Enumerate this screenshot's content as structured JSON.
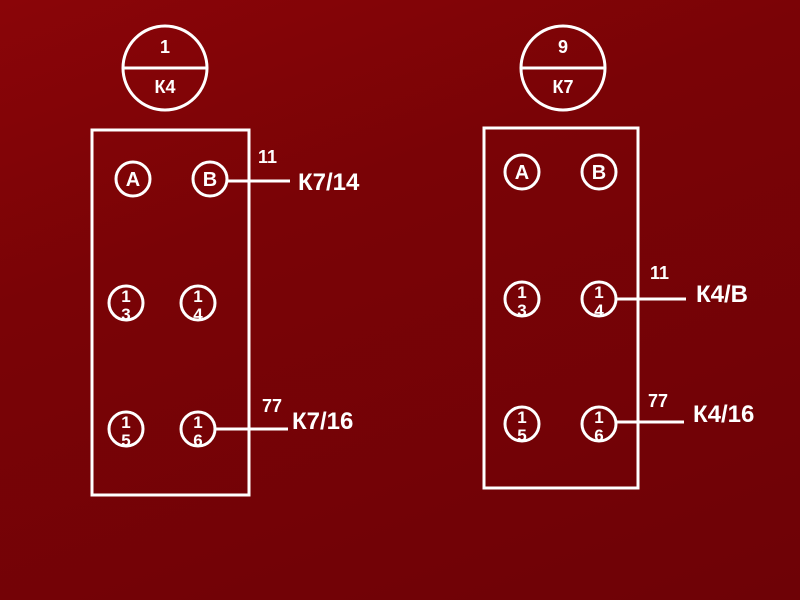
{
  "relays": [
    {
      "top": "1",
      "bottom": "К4",
      "pins": {
        "a": "A",
        "b": "B",
        "p13": "13",
        "p14": "14",
        "p15": "15",
        "p16": "16"
      },
      "wires": [
        {
          "pin": "b",
          "wire": "11",
          "target": "К7/14"
        },
        {
          "pin": "p16",
          "wire": "77",
          "target": "К7/16"
        }
      ]
    },
    {
      "top": "9",
      "bottom": "К7",
      "pins": {
        "a": "A",
        "b": "B",
        "p13": "13",
        "p14": "14",
        "p15": "15",
        "p16": "16"
      },
      "wires": [
        {
          "pin": "p14",
          "wire": "11",
          "target": "К4/B"
        },
        {
          "pin": "p16",
          "wire": "77",
          "target": "К4/16"
        }
      ]
    }
  ]
}
